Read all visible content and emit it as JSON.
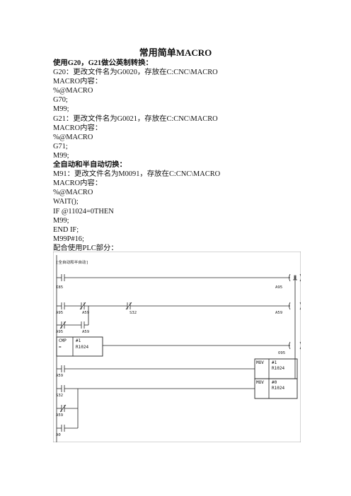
{
  "doc": {
    "title": "常用简单MACRO",
    "lines": [
      {
        "text": "使用G20，G21做公英制转换：",
        "bold": true
      },
      {
        "text": "G20：更改文件名为G0020，存放在C:CNC\\MACRO",
        "bold": false
      },
      {
        "text": "MACRO内容：",
        "bold": false
      },
      {
        "text": "%@MACRO",
        "bold": false
      },
      {
        "text": "G70;",
        "bold": false
      },
      {
        "text": "M99;",
        "bold": false
      },
      {
        "text": "G21：更改文件名为G0021，存放在C:CNC\\MACRO",
        "bold": false
      },
      {
        "text": "MACRO内容：",
        "bold": false
      },
      {
        "text": "%@MACRO",
        "bold": false
      },
      {
        "text": "G71;",
        "bold": false
      },
      {
        "text": "M99;",
        "bold": false
      },
      {
        "text": "全自动和半自动切换：",
        "bold": true
      },
      {
        "text": "M91：更改文件名为M0091，存放在C:CNC\\MACRO",
        "bold": false
      },
      {
        "text": "MACRO内容：",
        "bold": false
      },
      {
        "text": "%@MACRO",
        "bold": false
      },
      {
        "text": "WAIT();",
        "bold": false
      },
      {
        "text": "IF @11024=0THEN",
        "bold": false
      },
      {
        "text": "M99;",
        "bold": false
      },
      {
        "text": "END  IF;",
        "bold": false
      },
      {
        "text": "M99P#16;",
        "bold": false
      },
      {
        "text": "配合使用PLC部分：",
        "bold": false
      }
    ]
  },
  "ladder": {
    "header": "[全自动和半自动]",
    "labels": {
      "i85": "I85",
      "a95_coil": "A95",
      "a95_r2": "A95",
      "a59_r2": "A59",
      "s32_r2": "S32",
      "a59_coil": "A59",
      "a95_r3": "A95",
      "a59_r3": "A59",
      "cmp": "CMP",
      "cmp_eq": "=",
      "cmp_h1": "#1",
      "cmp_r": "R1024",
      "o95": "O95",
      "a59_r5": "A59",
      "mov1": "MOV",
      "mov1_v": "#1",
      "mov1_r": "R1024",
      "s32_r6": "S32",
      "mov2": "MOV",
      "mov2_v": "#0",
      "mov2_r": "R1024",
      "a59_r7": "A59",
      "a0": "A0"
    }
  }
}
